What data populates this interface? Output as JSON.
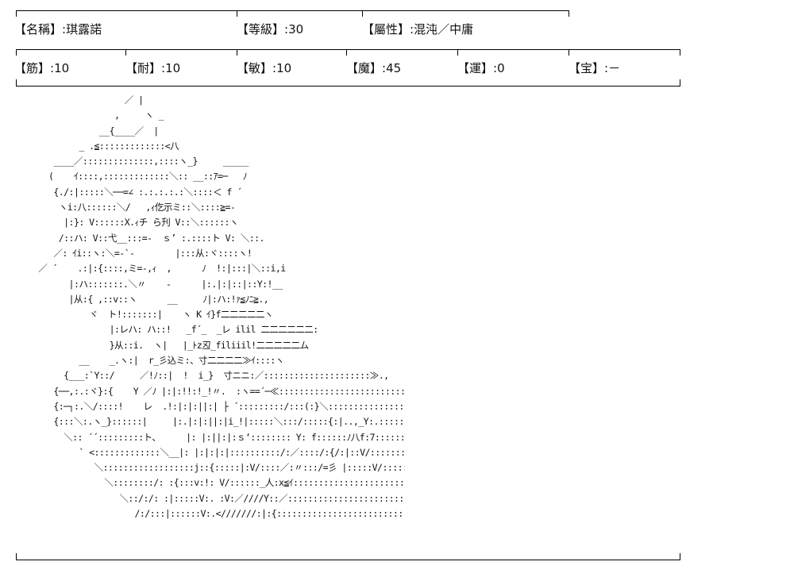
{
  "stats_row1": {
    "name": {
      "label": "【名稱】",
      "value": ":琪露諾"
    },
    "grade": {
      "label": "【等級】",
      "value": ":30"
    },
    "attribute": {
      "label": "【屬性】",
      "value": ":混沌／中庸"
    }
  },
  "stats_row2": {
    "strength": {
      "label": "【筋】",
      "value": ":10"
    },
    "endurance": {
      "label": "【耐】",
      "value": ":10"
    },
    "agility": {
      "label": "【敏】",
      "value": ":10"
    },
    "magic": {
      "label": "【魔】",
      "value": ":45"
    },
    "luck": {
      "label": "【運】",
      "value": ":0"
    },
    "noble_phantasm": {
      "label": "【宝】",
      "value": ":－"
    }
  },
  "ascii_art": "                       ／ |\n                     ,     ヽ _\n                  __{____／  |\n              _ .≦:::::::::::::<八\n         ____／::::::::::::::,::::ヽ_}     _____\n        (    ｲ::::,:::::::::::::＼:: __::ｱ=─   ﾉ\n         {./:|:::::＼──=∠ :.:.:.:.:＼::::＜ f ´\n          ヽi:八::::::＼/   ,ｨ仡示ミ::＼::::≧=-\n           |:}: V::::::X.ｨチ ら刋 V::＼::::::ヽ\n          /::ハ: V::弋__:::=-  ｓ’ :.::::ト V: ＼::.\n         ／: ｲi::ヽ:＼=-`-        |:::从:ヾ::::ヽ!\n      ／ ´    .:|:{::::,ミ=-,ｨ  ,      ﾉ  !:|:::|＼::i,i\n            |:ハ:::::::.＼〃    ‐      |:.|:|::|::Y:!__\n            |从:{ ,::v::ヽ      __     ﾉ|:ハ:!ｧ≦ﾉﾆ≧.,\n                ヾ  ト!:::::::|    ヽ K ｲ}f二二二二二ヽ\n                    |:レハ: ハ::!   _f´_  _レ ilil 二二二二二二:\n                    }从::i.  ヽ|   |_ﾄz丒_filiiil!二二二二二ム\n              __    _.ヽ:|  r_彡込ミ:、寸二二二二≫ｲ::::ヽ\n           {___:`Y::/     ／!ﾉ::|  !  i_}  寸ニニ:／:::::::::::::::::::::≫.,\n         {──,:.:ヾ}:{    Y ／ﾉ |:|:!!:!_!〃.  :ヽ==´─≪:::::::::::::::::::::::::::≧.,\n         {:─┐:.＼/::::!    レ  .!:|:|:||:| ├ ´:::::::::/:::(:}＼::::::::::::::::::::::::::::i\n         {:::＼:.ヽ_}::::::|     |:.|:|:||:|i_!|:::::＼:::/:::::{:|..,_Y:.::::::::::::::::::::::::\n           ＼:: ´´:::::::::ト、     |: |:||:|:ｓ‘:::::::: Y: f::::::ﾉ八f:7:::::::::::::::::::::::/\n              ` <:::::::::::::＼__|: |:|:|:|::::::::::/:／::::/:{/:|::V/:::::::::::::::::::i\n                 ＼::::::::::::::::::j::{:::::|:V/::::／:〃:::/=彡 |:::::V/::::::::::::::: 刂\n                   ＼::::::::/: :{:::v:!: V/::::::_人:x≦ｲ::::::::::::::::::::::::::::::: /|\n                      ＼::/:/: :|:::::V:. :V:／////Y::／:::::::::::::::::::::::::::/: |\n                         /:/:::|::::::V:.<///////:|:{:::::::::::::::::::::::::::::/::::|"
}
